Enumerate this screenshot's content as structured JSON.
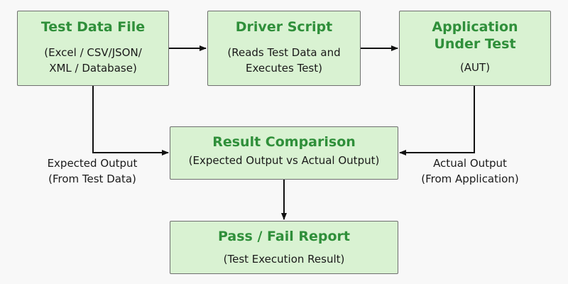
{
  "nodes": {
    "test_data_file": {
      "title": "Test Data File",
      "sub1": "(Excel / CSV/JSON/",
      "sub2": "XML / Database)"
    },
    "driver_script": {
      "title": "Driver Script",
      "sub1": "(Reads Test Data and",
      "sub2": "Executes Test)"
    },
    "aut": {
      "title1": "Application",
      "title2": "Under Test",
      "sub1": "(AUT)"
    },
    "result_comparison": {
      "title": "Result Comparison",
      "sub1": "(Expected Output vs Actual Output)"
    },
    "report": {
      "title": "Pass / Fail Report",
      "sub1": "(Test Execution Result)"
    }
  },
  "edge_labels": {
    "expected": {
      "line1": "Expected Output",
      "line2": "(From Test Data)"
    },
    "actual": {
      "line1": "Actual Output",
      "line2": "(From Application)"
    }
  },
  "colors": {
    "box_fill": "#d9f2d2",
    "title": "#2f8f3a",
    "border": "#6f6f6f",
    "arrow": "#111111"
  }
}
